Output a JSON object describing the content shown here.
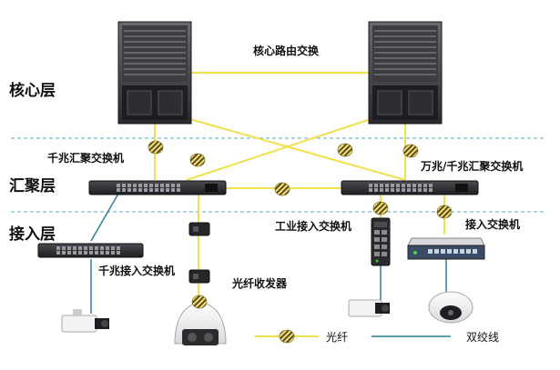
{
  "layers": {
    "core": "核心层",
    "aggregation": "汇聚层",
    "access": "接入层"
  },
  "labels": {
    "core_routing_switch": "核心路由交换",
    "gigabit_aggregation_switch": "千兆汇聚交换机",
    "ten_gigabit_aggregation_switch": "万兆/千兆汇聚交换机",
    "industrial_access_switch": "工业接入交换机",
    "access_switch": "接入交换机",
    "gigabit_access_switch": "千兆接入交换机",
    "fiber_transceiver": "光纤收发器"
  },
  "legend": {
    "fiber": "光纤",
    "twisted_pair": "双绞线"
  },
  "colors": {
    "fiber_line": "#f2e04a",
    "twisted_pair_line": "#2e7f99",
    "layer_divider": "#5aa9b8",
    "device_dark": "#2b2b2e"
  }
}
